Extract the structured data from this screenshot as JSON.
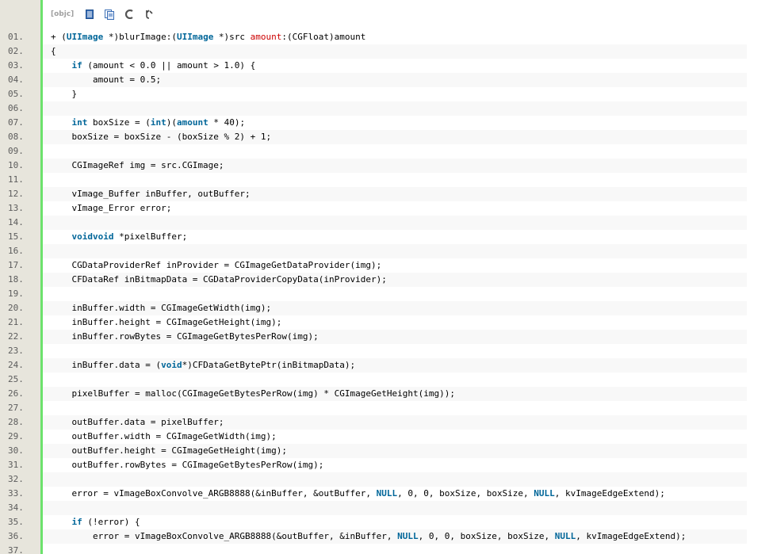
{
  "toolbar": {
    "language_badge": "[objc]",
    "icons": [
      "view-source-icon",
      "copy-clipboard-icon",
      "print-icon",
      "about-icon"
    ]
  },
  "colors": {
    "gutter_bg": "#e7e5dc",
    "gutter_border": "#6ce26c",
    "keyword": "#006699",
    "param": "#cc0000",
    "alt_row": "#f8f8f8"
  },
  "lines": [
    {
      "num": "01.",
      "tokens": [
        [
          "plain",
          "+ ("
        ],
        [
          "ty",
          "UIImage"
        ],
        [
          "plain",
          " *)blurImage:("
        ],
        [
          "ty",
          "UIImage"
        ],
        [
          "plain",
          " *)src "
        ],
        [
          "param",
          "amount"
        ],
        [
          "plain",
          ":(CGFloat)amount"
        ]
      ]
    },
    {
      "num": "02.",
      "tokens": [
        [
          "plain",
          "{"
        ]
      ]
    },
    {
      "num": "03.",
      "tokens": [
        [
          "plain",
          "    "
        ],
        [
          "kw",
          "if"
        ],
        [
          "plain",
          " (amount < 0.0 || amount > 1.0) {"
        ]
      ]
    },
    {
      "num": "04.",
      "tokens": [
        [
          "plain",
          "        amount = 0.5;"
        ]
      ]
    },
    {
      "num": "05.",
      "tokens": [
        [
          "plain",
          "    }"
        ]
      ]
    },
    {
      "num": "06.",
      "tokens": []
    },
    {
      "num": "07.",
      "tokens": [
        [
          "plain",
          "    "
        ],
        [
          "kw",
          "int"
        ],
        [
          "plain",
          " boxSize = ("
        ],
        [
          "kw",
          "int"
        ],
        [
          "plain",
          ")("
        ],
        [
          "ty",
          "amount"
        ],
        [
          "plain",
          " * 40);"
        ]
      ]
    },
    {
      "num": "08.",
      "tokens": [
        [
          "plain",
          "    boxSize = boxSize - (boxSize % 2) + 1;"
        ]
      ]
    },
    {
      "num": "09.",
      "tokens": []
    },
    {
      "num": "10.",
      "tokens": [
        [
          "plain",
          "    CGImageRef img = src.CGImage;"
        ]
      ]
    },
    {
      "num": "11.",
      "tokens": []
    },
    {
      "num": "12.",
      "tokens": [
        [
          "plain",
          "    vImage_Buffer inBuffer, outBuffer;"
        ]
      ]
    },
    {
      "num": "13.",
      "tokens": [
        [
          "plain",
          "    vImage_Error error;"
        ]
      ]
    },
    {
      "num": "14.",
      "tokens": []
    },
    {
      "num": "15.",
      "tokens": [
        [
          "plain",
          "    "
        ],
        [
          "kw",
          "voidvoid"
        ],
        [
          "plain",
          " *pixelBuffer;"
        ]
      ]
    },
    {
      "num": "16.",
      "tokens": []
    },
    {
      "num": "17.",
      "tokens": [
        [
          "plain",
          "    CGDataProviderRef inProvider = CGImageGetDataProvider(img);"
        ]
      ]
    },
    {
      "num": "18.",
      "tokens": [
        [
          "plain",
          "    CFDataRef inBitmapData = CGDataProviderCopyData(inProvider);"
        ]
      ]
    },
    {
      "num": "19.",
      "tokens": []
    },
    {
      "num": "20.",
      "tokens": [
        [
          "plain",
          "    inBuffer.width = CGImageGetWidth(img);"
        ]
      ]
    },
    {
      "num": "21.",
      "tokens": [
        [
          "plain",
          "    inBuffer.height = CGImageGetHeight(img);"
        ]
      ]
    },
    {
      "num": "22.",
      "tokens": [
        [
          "plain",
          "    inBuffer.rowBytes = CGImageGetBytesPerRow(img);"
        ]
      ]
    },
    {
      "num": "23.",
      "tokens": []
    },
    {
      "num": "24.",
      "tokens": [
        [
          "plain",
          "    inBuffer.data = ("
        ],
        [
          "kw",
          "void"
        ],
        [
          "plain",
          "*)CFDataGetBytePtr(inBitmapData);"
        ]
      ]
    },
    {
      "num": "25.",
      "tokens": []
    },
    {
      "num": "26.",
      "tokens": [
        [
          "plain",
          "    pixelBuffer = malloc(CGImageGetBytesPerRow(img) * CGImageGetHeight(img));"
        ]
      ]
    },
    {
      "num": "27.",
      "tokens": []
    },
    {
      "num": "28.",
      "tokens": [
        [
          "plain",
          "    outBuffer.data = pixelBuffer;"
        ]
      ]
    },
    {
      "num": "29.",
      "tokens": [
        [
          "plain",
          "    outBuffer.width = CGImageGetWidth(img);"
        ]
      ]
    },
    {
      "num": "30.",
      "tokens": [
        [
          "plain",
          "    outBuffer.height = CGImageGetHeight(img);"
        ]
      ]
    },
    {
      "num": "31.",
      "tokens": [
        [
          "plain",
          "    outBuffer.rowBytes = CGImageGetBytesPerRow(img);"
        ]
      ]
    },
    {
      "num": "32.",
      "tokens": []
    },
    {
      "num": "33.",
      "tokens": [
        [
          "plain",
          "    error = vImageBoxConvolve_ARGB8888(&inBuffer, &outBuffer, "
        ],
        [
          "kw",
          "NULL"
        ],
        [
          "plain",
          ", 0, 0, boxSize, boxSize, "
        ],
        [
          "kw",
          "NULL"
        ],
        [
          "plain",
          ", kvImageEdgeExtend);"
        ]
      ]
    },
    {
      "num": "34.",
      "tokens": []
    },
    {
      "num": "35.",
      "tokens": [
        [
          "plain",
          "    "
        ],
        [
          "kw",
          "if"
        ],
        [
          "plain",
          " (!error) {"
        ]
      ]
    },
    {
      "num": "36.",
      "tokens": [
        [
          "plain",
          "        error = vImageBoxConvolve_ARGB8888(&outBuffer, &inBuffer, "
        ],
        [
          "kw",
          "NULL"
        ],
        [
          "plain",
          ", 0, 0, boxSize, boxSize, "
        ],
        [
          "kw",
          "NULL"
        ],
        [
          "plain",
          ", kvImageEdgeExtend);"
        ]
      ]
    },
    {
      "num": "37.",
      "tokens": []
    }
  ]
}
